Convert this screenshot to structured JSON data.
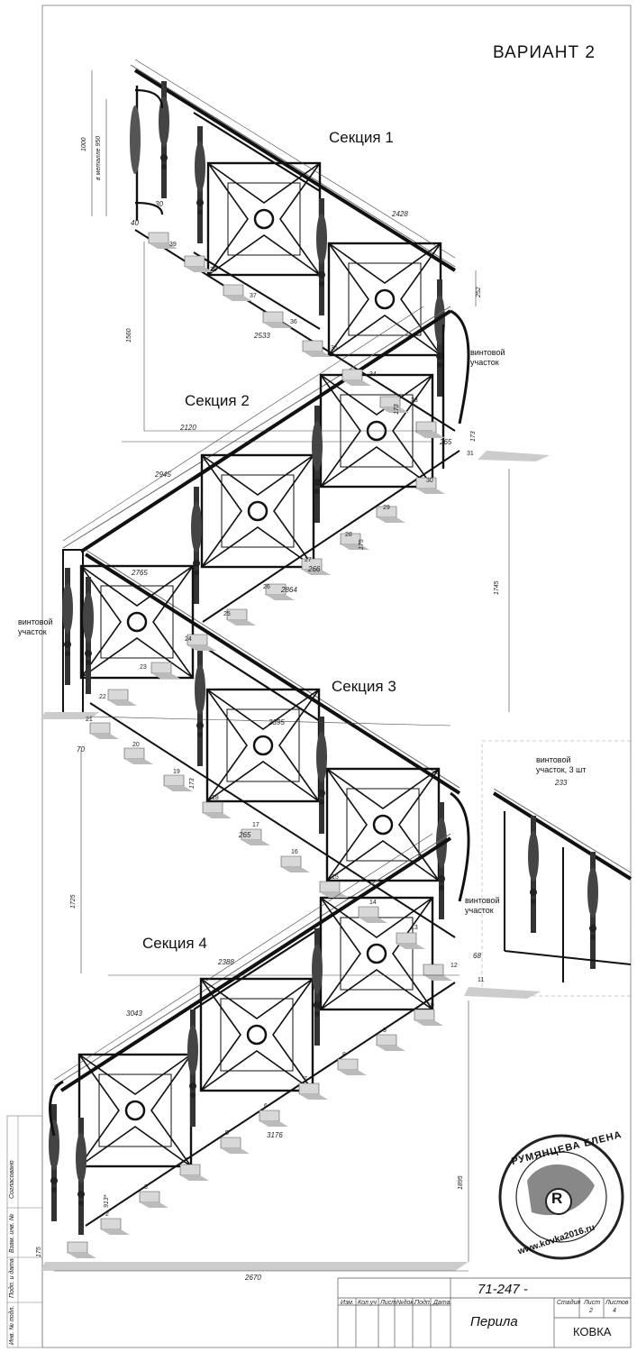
{
  "variant_title": "ВАРИАНТ 2",
  "sections": {
    "s1": "Секция 1",
    "s2": "Секция 2",
    "s3": "Секция 3",
    "s4": "Секция 4"
  },
  "notes": {
    "spiral_1a": "винтовой",
    "spiral_1b": "участок",
    "spiral_2a": "винтовой",
    "spiral_2b": "участок",
    "spiral_3a": "винтовой",
    "spiral_3b": "участок",
    "spiral_detail_a": "винтовой",
    "spiral_detail_b": "участок, 3 шт"
  },
  "dimensions": {
    "d1000": "1000",
    "d950": "в металле 950",
    "d30": "30",
    "d40": "40",
    "d2428": "2428",
    "d252": "252",
    "d1560": "1560",
    "d2533": "2533",
    "d2120": "2120",
    "d173a": "173",
    "d265a": "265",
    "d173b": "173",
    "d2945": "2945",
    "d1745": "1745",
    "d175a": "175",
    "d266": "266",
    "d2864": "2864",
    "d2765": "2765",
    "d2395": "2395",
    "d70": "70",
    "d173c": "173",
    "d265b": "265",
    "d1725": "1725",
    "d2388": "2388",
    "d68": "68",
    "d233": "233",
    "d3043": "3043",
    "d3176": "3176",
    "d913": "913*",
    "d1895": "1895",
    "d175b": "175",
    "d2670": "2670"
  },
  "steps": [
    "2",
    "3",
    "4",
    "5",
    "6",
    "7",
    "8",
    "9",
    "10",
    "11",
    "12",
    "13",
    "14",
    "15",
    "16",
    "17",
    "18",
    "19",
    "20",
    "21",
    "22",
    "23",
    "24",
    "25",
    "26",
    "27",
    "28",
    "29",
    "30",
    "31",
    "33",
    "34",
    "35",
    "36",
    "37",
    "38",
    "39"
  ],
  "title_block": {
    "doc_number": "71-247 -",
    "name": "Перила",
    "company": "КОВКА",
    "h_izm": "Изм.",
    "h_koluch": "Кол.уч",
    "h_list": "Лист",
    "h_ndok": "№док.",
    "h_podp": "Подп.",
    "h_data": "Дата",
    "h_stadiya": "Стадия",
    "h_list2": "Лист",
    "h_listov": "Листов",
    "v_list": "2",
    "v_listov": "4",
    "side_1": "Согласовано",
    "side_2": "Взам. инв. №",
    "side_3": "Подп. и дата",
    "side_4": "Инв. № подл."
  },
  "stamp": {
    "top_text": "РУМЯНЦЕВА ЕЛЕНА",
    "bottom_text": "www.kovka2016.ru",
    "monogram": "R"
  }
}
